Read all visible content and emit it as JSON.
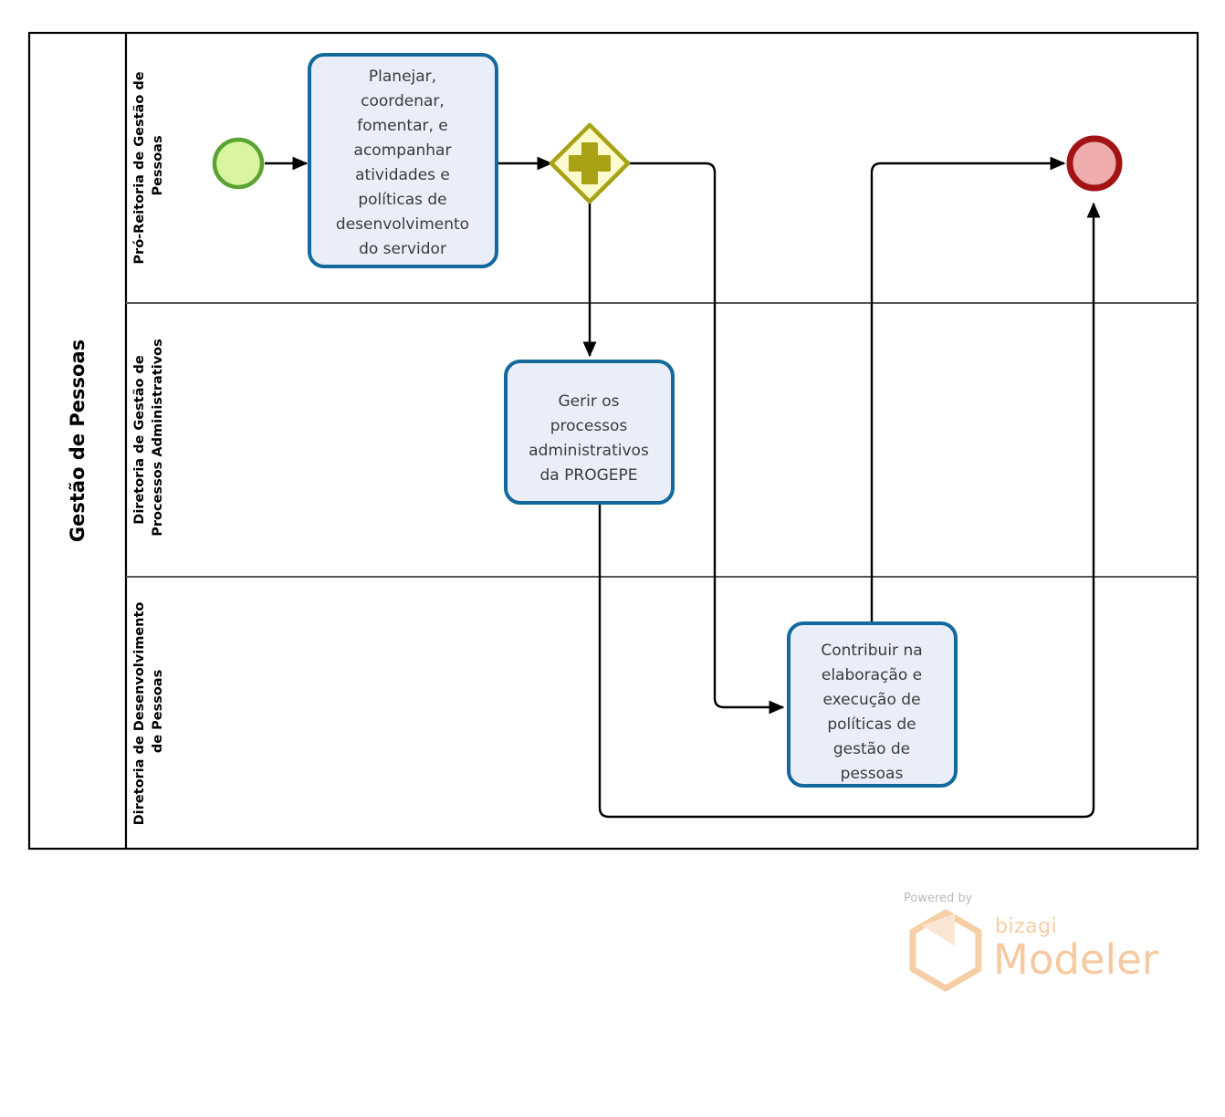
{
  "diagram": {
    "type": "bpmn-process",
    "pool": {
      "label": "Gestão de Pessoas",
      "lanes": [
        {
          "id": "lane-1",
          "label": "Pró-Reitoria de Gestão de Pessoas"
        },
        {
          "id": "lane-2",
          "label": "Diretoria de Gestão de Processos Administrativos"
        },
        {
          "id": "lane-3",
          "label": "Diretoria de Desenvolvimento de Pessoas"
        }
      ]
    },
    "nodes": {
      "start_event": {
        "name": "start-event",
        "type": "start-event",
        "lane": "lane-1"
      },
      "task_1": {
        "name": "task-planejar",
        "type": "task",
        "lane": "lane-1",
        "lines": [
          "Planejar,",
          "coordenar,",
          "fomentar, e",
          "acompanhar",
          "atividades e",
          "políticas de",
          "desenvolvimento",
          "do servidor"
        ]
      },
      "gateway_1": {
        "name": "parallel-gateway",
        "type": "parallel-gateway",
        "lane": "lane-1",
        "marker": "+"
      },
      "task_2": {
        "name": "task-gerir-processos",
        "type": "task",
        "lane": "lane-2",
        "lines": [
          "Gerir os",
          "processos",
          "administrativos",
          "da PROGEPE"
        ]
      },
      "task_3": {
        "name": "task-contribuir-politicas",
        "type": "task",
        "lane": "lane-3",
        "lines": [
          "Contribuir na",
          "elaboração e",
          "execução de",
          "políticas de",
          "gestão de",
          "pessoas"
        ]
      },
      "end_event": {
        "name": "end-event",
        "type": "end-event",
        "lane": "lane-1"
      }
    },
    "flows": [
      {
        "name": "flow-start-to-task1",
        "from": "start_event",
        "to": "task_1"
      },
      {
        "name": "flow-task1-to-gateway",
        "from": "task_1",
        "to": "gateway_1"
      },
      {
        "name": "flow-gateway-to-task2",
        "from": "gateway_1",
        "to": "task_2"
      },
      {
        "name": "flow-gateway-to-task3",
        "from": "gateway_1",
        "to": "task_3"
      },
      {
        "name": "flow-task3-to-end",
        "from": "task_3",
        "to": "end_event"
      },
      {
        "name": "flow-task2-to-end",
        "from": "task_2",
        "to": "end_event"
      }
    ]
  },
  "colors": {
    "start_stroke": "#5aa331",
    "start_fill": "#d9f5a0",
    "end_stroke": "#a21414",
    "end_fill": "#eeacac",
    "gateway_stroke": "#a9a215",
    "gateway_fill": "#fcfbcd",
    "gateway_marker": "#a9a215",
    "task_stroke": "#13699b",
    "task_fill": "#eaeef9",
    "flow_stroke": "#000000",
    "pool_stroke": "#000000",
    "lane_stroke": "#555555",
    "brand": "#f7c9a0"
  },
  "branding": {
    "powered_by": "Powered by",
    "product_prefix": "bizagi",
    "product_name": "Modeler"
  }
}
